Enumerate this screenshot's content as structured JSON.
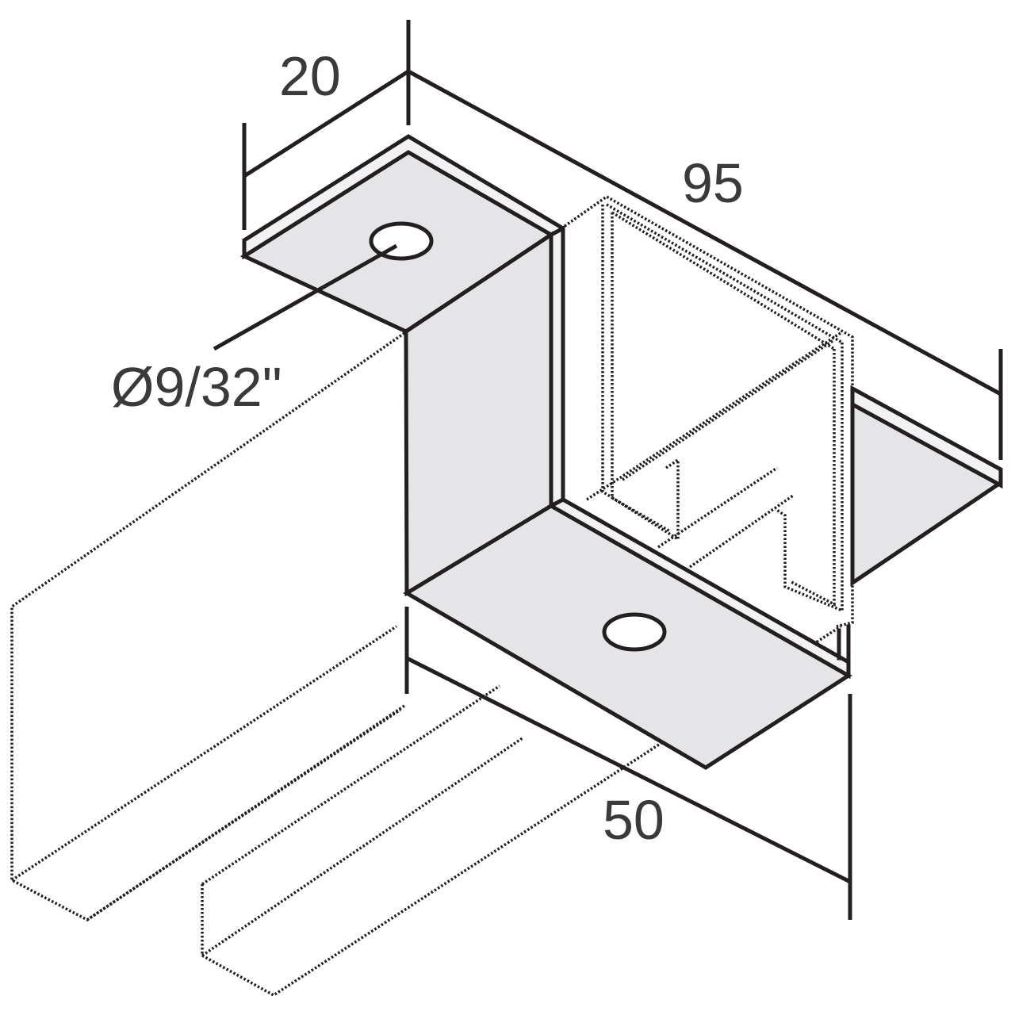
{
  "dimensions": {
    "flange_width": "20",
    "overall_length": "95",
    "depth": "50",
    "hole_diameter": "Ø9/32\""
  }
}
